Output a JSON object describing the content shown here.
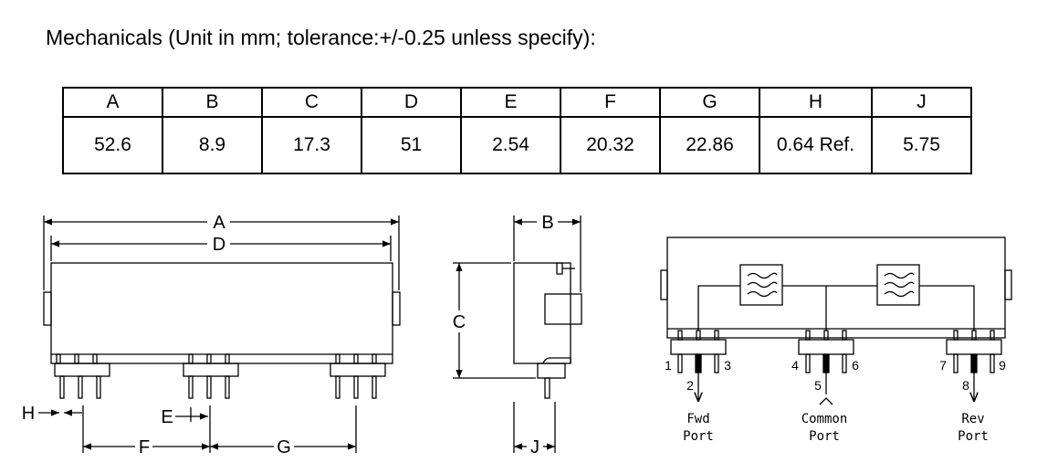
{
  "title": "Mechanicals (Unit in mm; tolerance:+/-0.25 unless specify):",
  "table": {
    "headers": [
      "A",
      "B",
      "C",
      "D",
      "E",
      "F",
      "G",
      "H",
      "J"
    ],
    "values": [
      "52.6",
      "8.9",
      "17.3",
      "51",
      "2.54",
      "20.32",
      "22.86",
      "0.64 Ref.",
      "5.75"
    ]
  },
  "front_view": {
    "labels": {
      "A": "A",
      "D": "D",
      "E": "E",
      "F": "F",
      "G": "G",
      "H": "H"
    }
  },
  "side_view": {
    "labels": {
      "B": "B",
      "C": "C",
      "J": "J"
    }
  },
  "schematic": {
    "pins": [
      "1",
      "2",
      "3",
      "4",
      "5",
      "6",
      "7",
      "8",
      "9"
    ],
    "ports": [
      {
        "line1": "Fwd",
        "line2": "Port"
      },
      {
        "line1": "Common",
        "line2": "Port"
      },
      {
        "line1": "Rev",
        "line2": "Port"
      }
    ]
  }
}
